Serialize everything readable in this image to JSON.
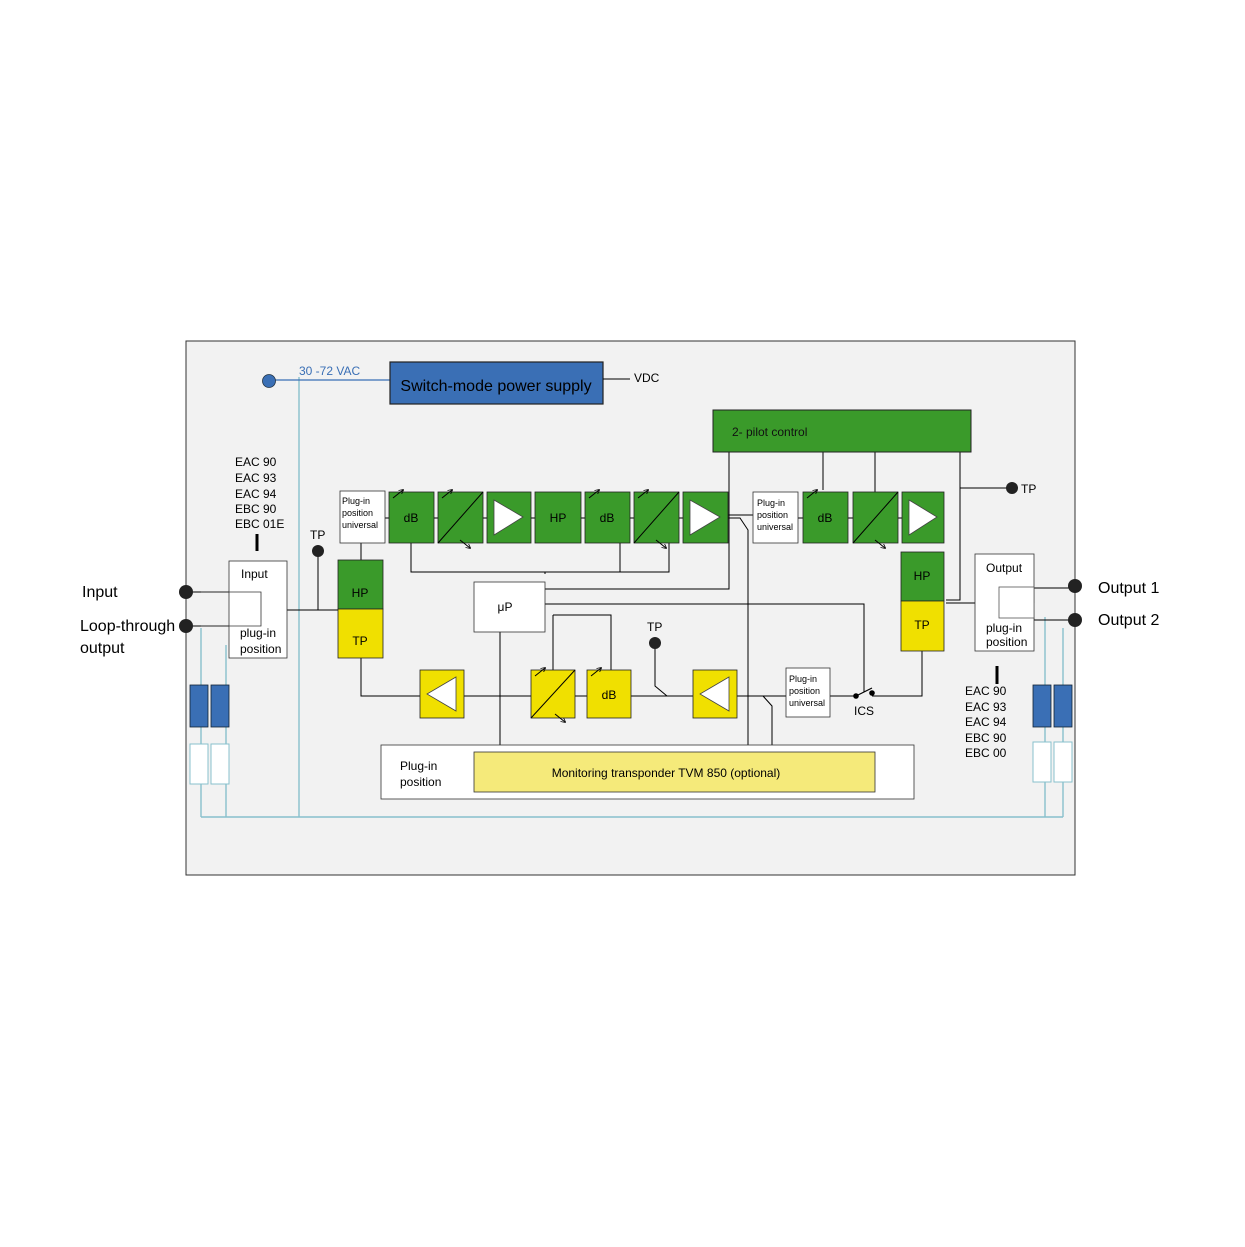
{
  "colors": {
    "panel_bg": "#f2f2f2",
    "green": "#3a9a2a",
    "yellow": "#f0e000",
    "light_yellow": "#f5ea7a",
    "blue": "#3a6fb5",
    "power_line": "#88c0cc"
  },
  "power": {
    "supply_label": "Switch-mode power supply",
    "input_label": "30 -72 VAC",
    "output_label": "VDC"
  },
  "pilot": {
    "label": "2- pilot control"
  },
  "io": {
    "input": "Input",
    "loop_line1": "Loop-through",
    "loop_line2": "output",
    "output1": "Output 1",
    "output2": "Output 2"
  },
  "input_plugin": {
    "title": "Input",
    "line1": "plug-in",
    "line2": "position"
  },
  "output_plugin": {
    "title": "Output",
    "line1": "plug-in",
    "line2": "position"
  },
  "modules_left": [
    "EAC 90",
    "EAC 93",
    "EAC 94",
    "EBC 90",
    "EBC 01E"
  ],
  "modules_right": [
    "EAC 90",
    "EAC 93",
    "EAC 94",
    "EBC 90",
    "EBC 00"
  ],
  "universal": {
    "line1": "Plug-in",
    "line2": "position",
    "line3": "universal"
  },
  "labels": {
    "tp": "TP",
    "hp": "HP",
    "db": "dB",
    "up": "μP",
    "ics": "ICS"
  },
  "monitoring": {
    "plugin_line1": "Plug-in",
    "plugin_line2": "position",
    "label": "Monitoring transponder TVM 850 (optional)"
  }
}
